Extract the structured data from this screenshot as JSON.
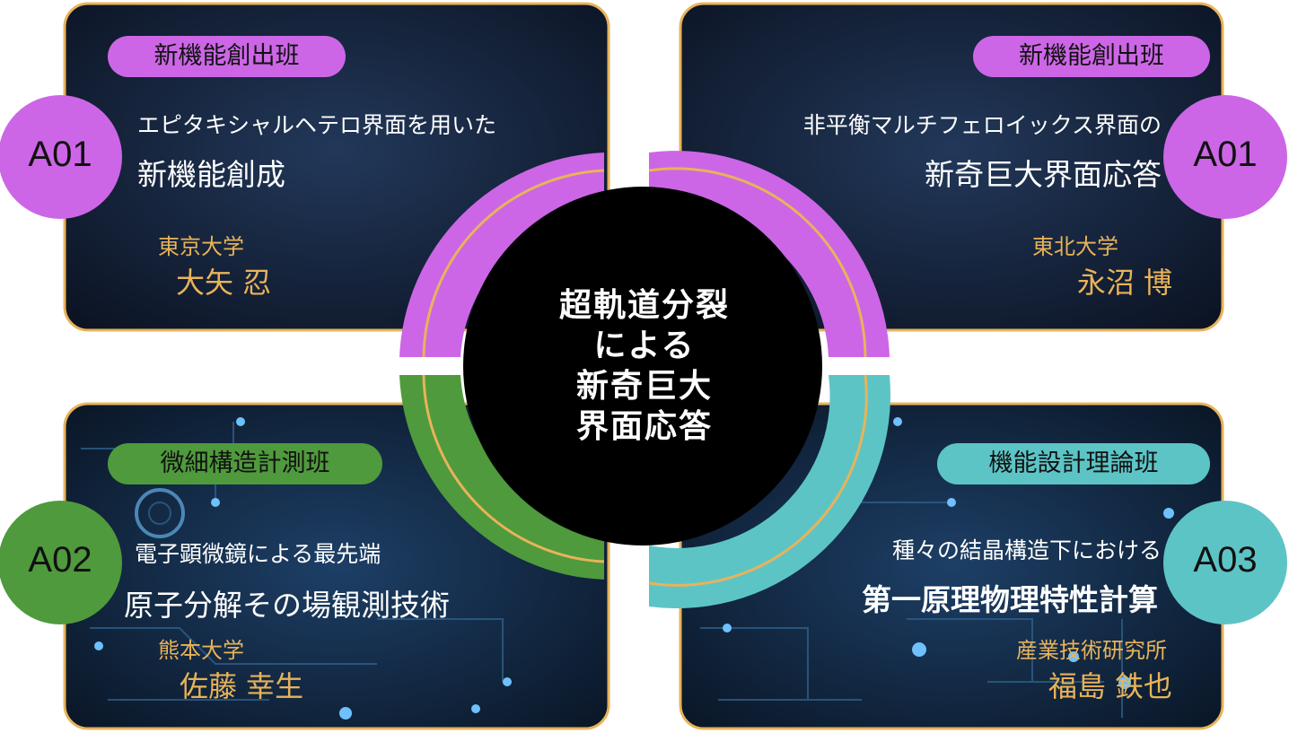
{
  "center": {
    "lines": [
      "超軌道分裂",
      "による",
      "新奇巨大",
      "界面応答"
    ]
  },
  "colors": {
    "purple": "#cc66e6",
    "green": "#4f9a3c",
    "teal": "#5dc4c6",
    "gold": "#e8b35a",
    "panel": "#16233a"
  },
  "panels": [
    {
      "id": "top-left",
      "group": "新機能創出班",
      "code": "A01",
      "subtitle": "エピタキシャルヘテロ界面を用いた",
      "title": "新機能創成",
      "institution": "東京大学",
      "person": "大矢 忍",
      "color": "purple"
    },
    {
      "id": "top-right",
      "group": "新機能創出班",
      "code": "A01",
      "subtitle": "非平衡マルチフェロイックス界面の",
      "title": "新奇巨大界面応答",
      "institution": "東北大学",
      "person": "永沼 博",
      "color": "purple"
    },
    {
      "id": "bottom-left",
      "group": "微細構造計測班",
      "code": "A02",
      "subtitle": "電子顕微鏡による最先端",
      "title": "原子分解その場観測技術",
      "institution": "熊本大学",
      "person": "佐藤 幸生",
      "color": "green"
    },
    {
      "id": "bottom-right",
      "group": "機能設計理論班",
      "code": "A03",
      "subtitle": "種々の結晶構造下における",
      "title": "第一原理物理特性計算",
      "institution": "産業技術研究所",
      "person": "福島 鉄也",
      "color": "teal"
    }
  ]
}
